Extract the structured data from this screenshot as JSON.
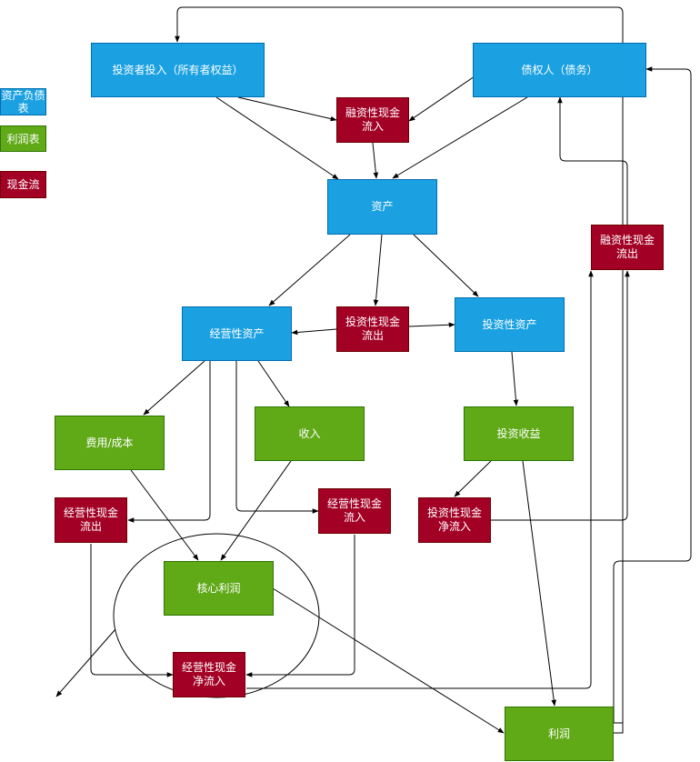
{
  "legend": {
    "balance_sheet": "资产负债表",
    "income_statement": "利润表",
    "cash_flow": "现金流"
  },
  "nodes": {
    "investor_input": "投资者投入（所有者权益）",
    "creditor": "债权人（债务）",
    "financing_inflow": "融资性现金流入",
    "assets": "资产",
    "financing_outflow": "融资性现金流出",
    "operating_assets": "经营性资产",
    "investing_outflow": "投资性现金流出",
    "investing_assets": "投资性资产",
    "expense_cost": "费用/成本",
    "revenue": "收入",
    "investment_income": "投资收益",
    "operating_outflow": "经营性现金流出",
    "operating_inflow": "经营性现金流入",
    "investing_net_inflow": "投资性现金净流入",
    "core_profit": "核心利润",
    "operating_net_inflow": "经营性现金净流入",
    "profit": "利润"
  },
  "colors": {
    "balance_sheet": "#1ba1e2",
    "income_statement": "#60a917",
    "cash_flow": "#a20025"
  }
}
